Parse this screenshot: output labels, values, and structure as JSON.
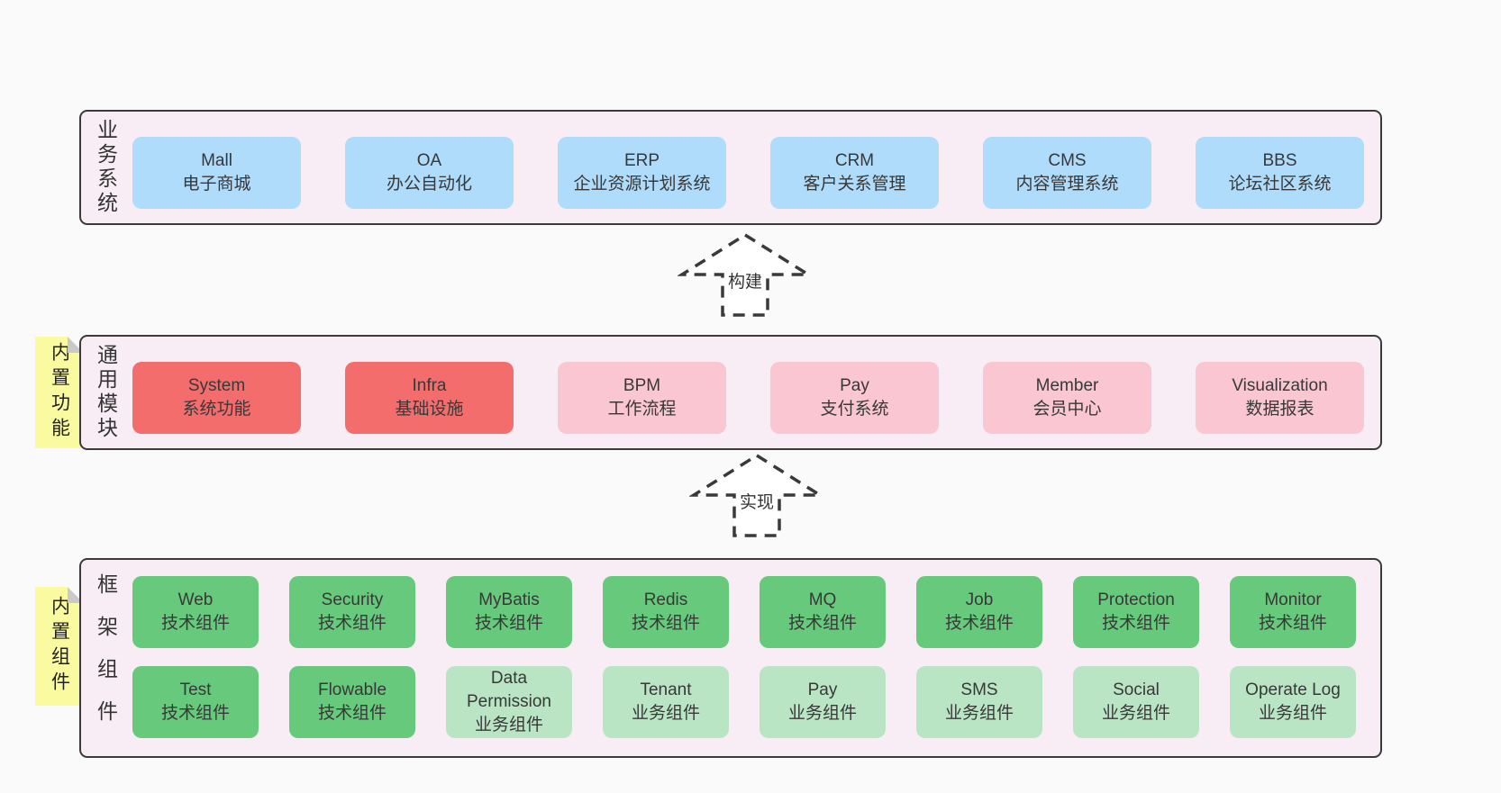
{
  "diagram": {
    "colors": {
      "blue": "#aedcfa",
      "red": "#f36d6d",
      "pink": "#f9c6d1",
      "green": "#67c97b",
      "light_green": "#bae5c4",
      "band_bg": "#f8edf5",
      "sticky_yellow": "#fafaa0",
      "border": "#3a3a3a",
      "text": "#3b3b3b",
      "page_bg": "#fafafa"
    },
    "arrows": [
      {
        "label": "构建"
      },
      {
        "label": "实现"
      }
    ],
    "bands": [
      {
        "title": "业务系统",
        "boxes_rows": [
          [
            {
              "en": "Mall",
              "zh": "电子商城",
              "color": "blue"
            },
            {
              "en": "OA",
              "zh": "办公自动化",
              "color": "blue"
            },
            {
              "en": "ERP",
              "zh": "企业资源计划系统",
              "color": "blue"
            },
            {
              "en": "CRM",
              "zh": "客户关系管理",
              "color": "blue"
            },
            {
              "en": "CMS",
              "zh": "内容管理系统",
              "color": "blue"
            },
            {
              "en": "BBS",
              "zh": "论坛社区系统",
              "color": "blue"
            }
          ]
        ]
      },
      {
        "title": "通用模块",
        "note": "内置功能",
        "boxes_rows": [
          [
            {
              "en": "System",
              "zh": "系统功能",
              "color": "red"
            },
            {
              "en": "Infra",
              "zh": "基础设施",
              "color": "red"
            },
            {
              "en": "BPM",
              "zh": "工作流程",
              "color": "pink"
            },
            {
              "en": "Pay",
              "zh": "支付系统",
              "color": "pink"
            },
            {
              "en": "Member",
              "zh": "会员中心",
              "color": "pink"
            },
            {
              "en": "Visualization",
              "zh": "数据报表",
              "color": "pink"
            }
          ]
        ]
      },
      {
        "title": "框架组件",
        "note": "内置组件",
        "boxes_rows": [
          [
            {
              "en": "Web",
              "zh": "技术组件",
              "color": "green"
            },
            {
              "en": "Security",
              "zh": "技术组件",
              "color": "green"
            },
            {
              "en": "MyBatis",
              "zh": "技术组件",
              "color": "green"
            },
            {
              "en": "Redis",
              "zh": "技术组件",
              "color": "green"
            },
            {
              "en": "MQ",
              "zh": "技术组件",
              "color": "green"
            },
            {
              "en": "Job",
              "zh": "技术组件",
              "color": "green"
            },
            {
              "en": "Protection",
              "zh": "技术组件",
              "color": "green"
            },
            {
              "en": "Monitor",
              "zh": "技术组件",
              "color": "green"
            }
          ],
          [
            {
              "en": "Test",
              "zh": "技术组件",
              "color": "green"
            },
            {
              "en": "Flowable",
              "zh": "技术组件",
              "color": "green"
            },
            {
              "en": "Data Permission",
              "zh": "业务组件",
              "color": "light_green"
            },
            {
              "en": "Tenant",
              "zh": "业务组件",
              "color": "light_green"
            },
            {
              "en": "Pay",
              "zh": "业务组件",
              "color": "light_green"
            },
            {
              "en": "SMS",
              "zh": "业务组件",
              "color": "light_green"
            },
            {
              "en": "Social",
              "zh": "业务组件",
              "color": "light_green"
            },
            {
              "en": "Operate Log",
              "zh": "业务组件",
              "color": "light_green"
            }
          ]
        ]
      }
    ]
  }
}
